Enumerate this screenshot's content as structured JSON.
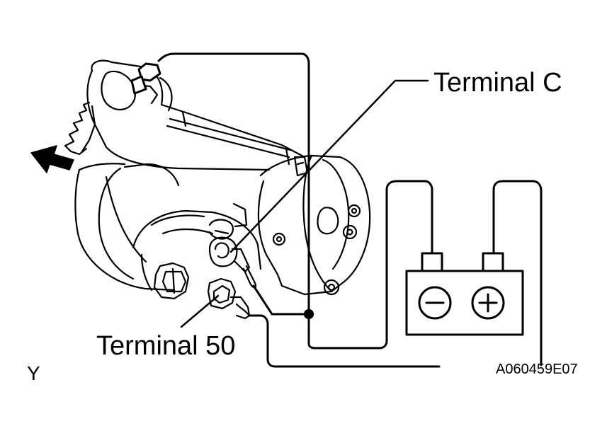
{
  "labels": {
    "terminal_c": "Terminal C",
    "terminal_50": "Terminal 50",
    "corner_mark": "Y",
    "figure_code": "A060459E07"
  },
  "battery": {
    "negative_symbol": "−",
    "positive_symbol": "+"
  },
  "colors": {
    "ink": "#000000",
    "paper": "#ffffff"
  }
}
